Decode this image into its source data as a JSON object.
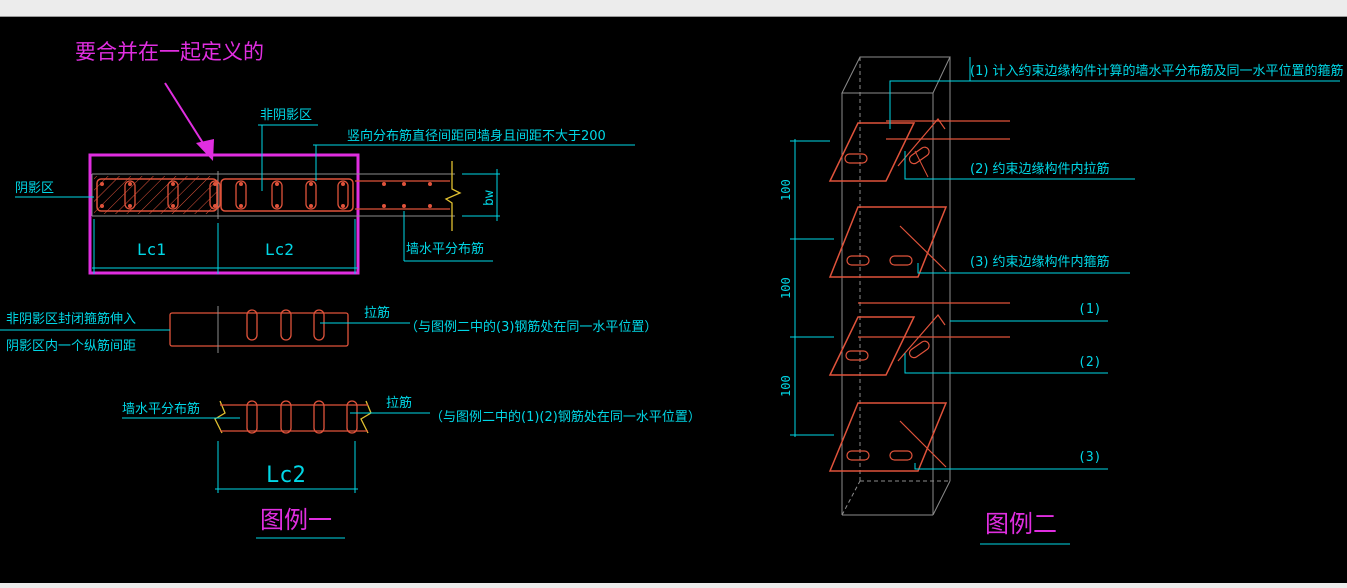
{
  "colors": {
    "background": "#000000",
    "cyan": "#00d7e6",
    "magenta": "#e02ee0",
    "rebar": "#e0533b",
    "gray": "#8c8c8c",
    "yellow": "#e0c030"
  },
  "note": {
    "callout": "要合并在一起定义的"
  },
  "legend1": {
    "non_shadow_zone": "非阴影区",
    "vertical_rebar_note": "竖向分布筋直径间距同墙身且间距不大于200",
    "shadow_zone": "阴影区",
    "bw": "bw",
    "lc1": "Lc1",
    "lc2": "Lc2",
    "wall_horizontal_rebar": "墙水平分布筋",
    "closed_stirrup_line1": "非阴影区封闭箍筋伸入",
    "closed_stirrup_line2": "阴影区内一个纵筋间距",
    "tie_bar_1": "拉筋",
    "tie_note_1": "（与图例二中的(3)钢筋处在同一水平位置）",
    "wall_horizontal_rebar_2": "墙水平分布筋",
    "tie_bar_2": "拉筋",
    "tie_note_2": "（与图例二中的(1)(2)钢筋处在同一水平位置）",
    "lc2_bottom": "Lc2",
    "caption": "图例一"
  },
  "legend2": {
    "label_1": "(1)  计入约束边缘构件计算的墙水平分布筋及同一水平位置的箍筋",
    "label_2": "(2)  约束边缘构件内拉筋",
    "label_3": "(3)  约束边缘构件内箍筋",
    "label_1b": "(1)",
    "label_2b": "(2)",
    "label_3b": "(3)",
    "dim_1": "100",
    "dim_2": "100",
    "dim_3": "100",
    "caption": "图例二"
  }
}
